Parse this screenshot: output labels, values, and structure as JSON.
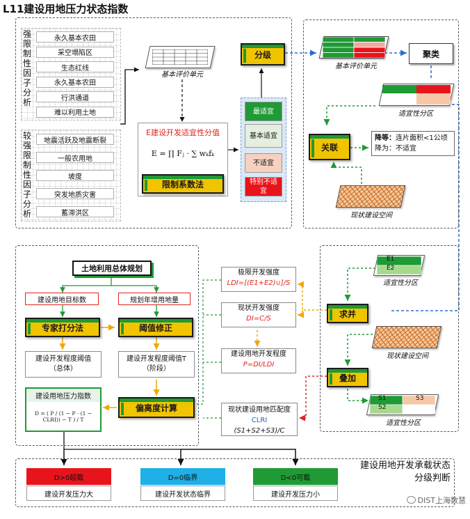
{
  "title": "L11建设用地压力状态指数",
  "strong_factors": {
    "label": "强限制性因子分析",
    "items": [
      "永久基本农田",
      "采空塌陷区",
      "生态红线",
      "永久基本农田",
      "行洪通道",
      "难以利用土地"
    ]
  },
  "weak_factors": {
    "label": "较强限制性因子分析",
    "items": [
      "地震活跃及地震断裂",
      "一般农用地",
      "坡度",
      "突发地质灾害",
      "蓄滞洪区"
    ]
  },
  "eval_unit": "基本评价单元",
  "suitability_title": "E建设开发适宜性分值",
  "formula_E": "E = ∏ Fⱼ · ∑ wₖfₖ",
  "limit_coef_label": "限制系数法",
  "classify_label": "分级",
  "suit_levels": [
    "最适宜",
    "基本适宜",
    "不适宜",
    "特别不适宜"
  ],
  "eval_unit_right": "基本评价单元",
  "cluster_label": "聚类",
  "suit_zone": "适宜性分区",
  "associate_label": "关联",
  "downgrade_note": {
    "prefix": "降等：",
    "text": "连片面积<1公顷降为：不适宜"
  },
  "current_space": "现状建设空间",
  "plan_title": "土地利用总体规划",
  "target_count": "建设用地目标数",
  "annual_increase": "规划年增用地量",
  "expert_label": "专家打分法",
  "threshold_fix": "阈值修正",
  "threshold_total": [
    "建设开发程度阈值",
    "（总体）"
  ],
  "threshold_stage": [
    "建设开发程度阈值T",
    "（阶段）"
  ],
  "pressure_index_label": "建设用地压力指数",
  "formula_D": "D = ( P / (1 − P · (1 − CLRI)) − T ) / T",
  "deviation_label": "偏离度计算",
  "ldi": {
    "title": "极限开发强度",
    "formula": "LDI=[(E1+E2)∪]/S"
  },
  "di": {
    "title": "现状开发强度",
    "formula": "DI=C/S"
  },
  "p": {
    "title": "建设用地开发程度",
    "formula": "P=DI/LDI"
  },
  "clri": {
    "title": "现状建设用地匹配度",
    "name": "CLRI",
    "formula": "(S1+S2+S3)/C"
  },
  "seek_label": "求并",
  "overlay_label": "叠加",
  "e_labels": [
    "E1",
    "E2"
  ],
  "s_labels": [
    "S1",
    "S2",
    "S3"
  ],
  "bottom_title": [
    "建设用地开发承载状态",
    "分级判断"
  ],
  "results": [
    {
      "head": "D>0超载",
      "sub": "建设开发压力大",
      "color": "#e8141b"
    },
    {
      "head": "D=0临界",
      "sub": "建设开发状态临界",
      "color": "#1fb0e8"
    },
    {
      "head": "D<0可载",
      "sub": "建设开发压力小",
      "color": "#1f9a35"
    }
  ],
  "watermark": "DIST上海数慧"
}
